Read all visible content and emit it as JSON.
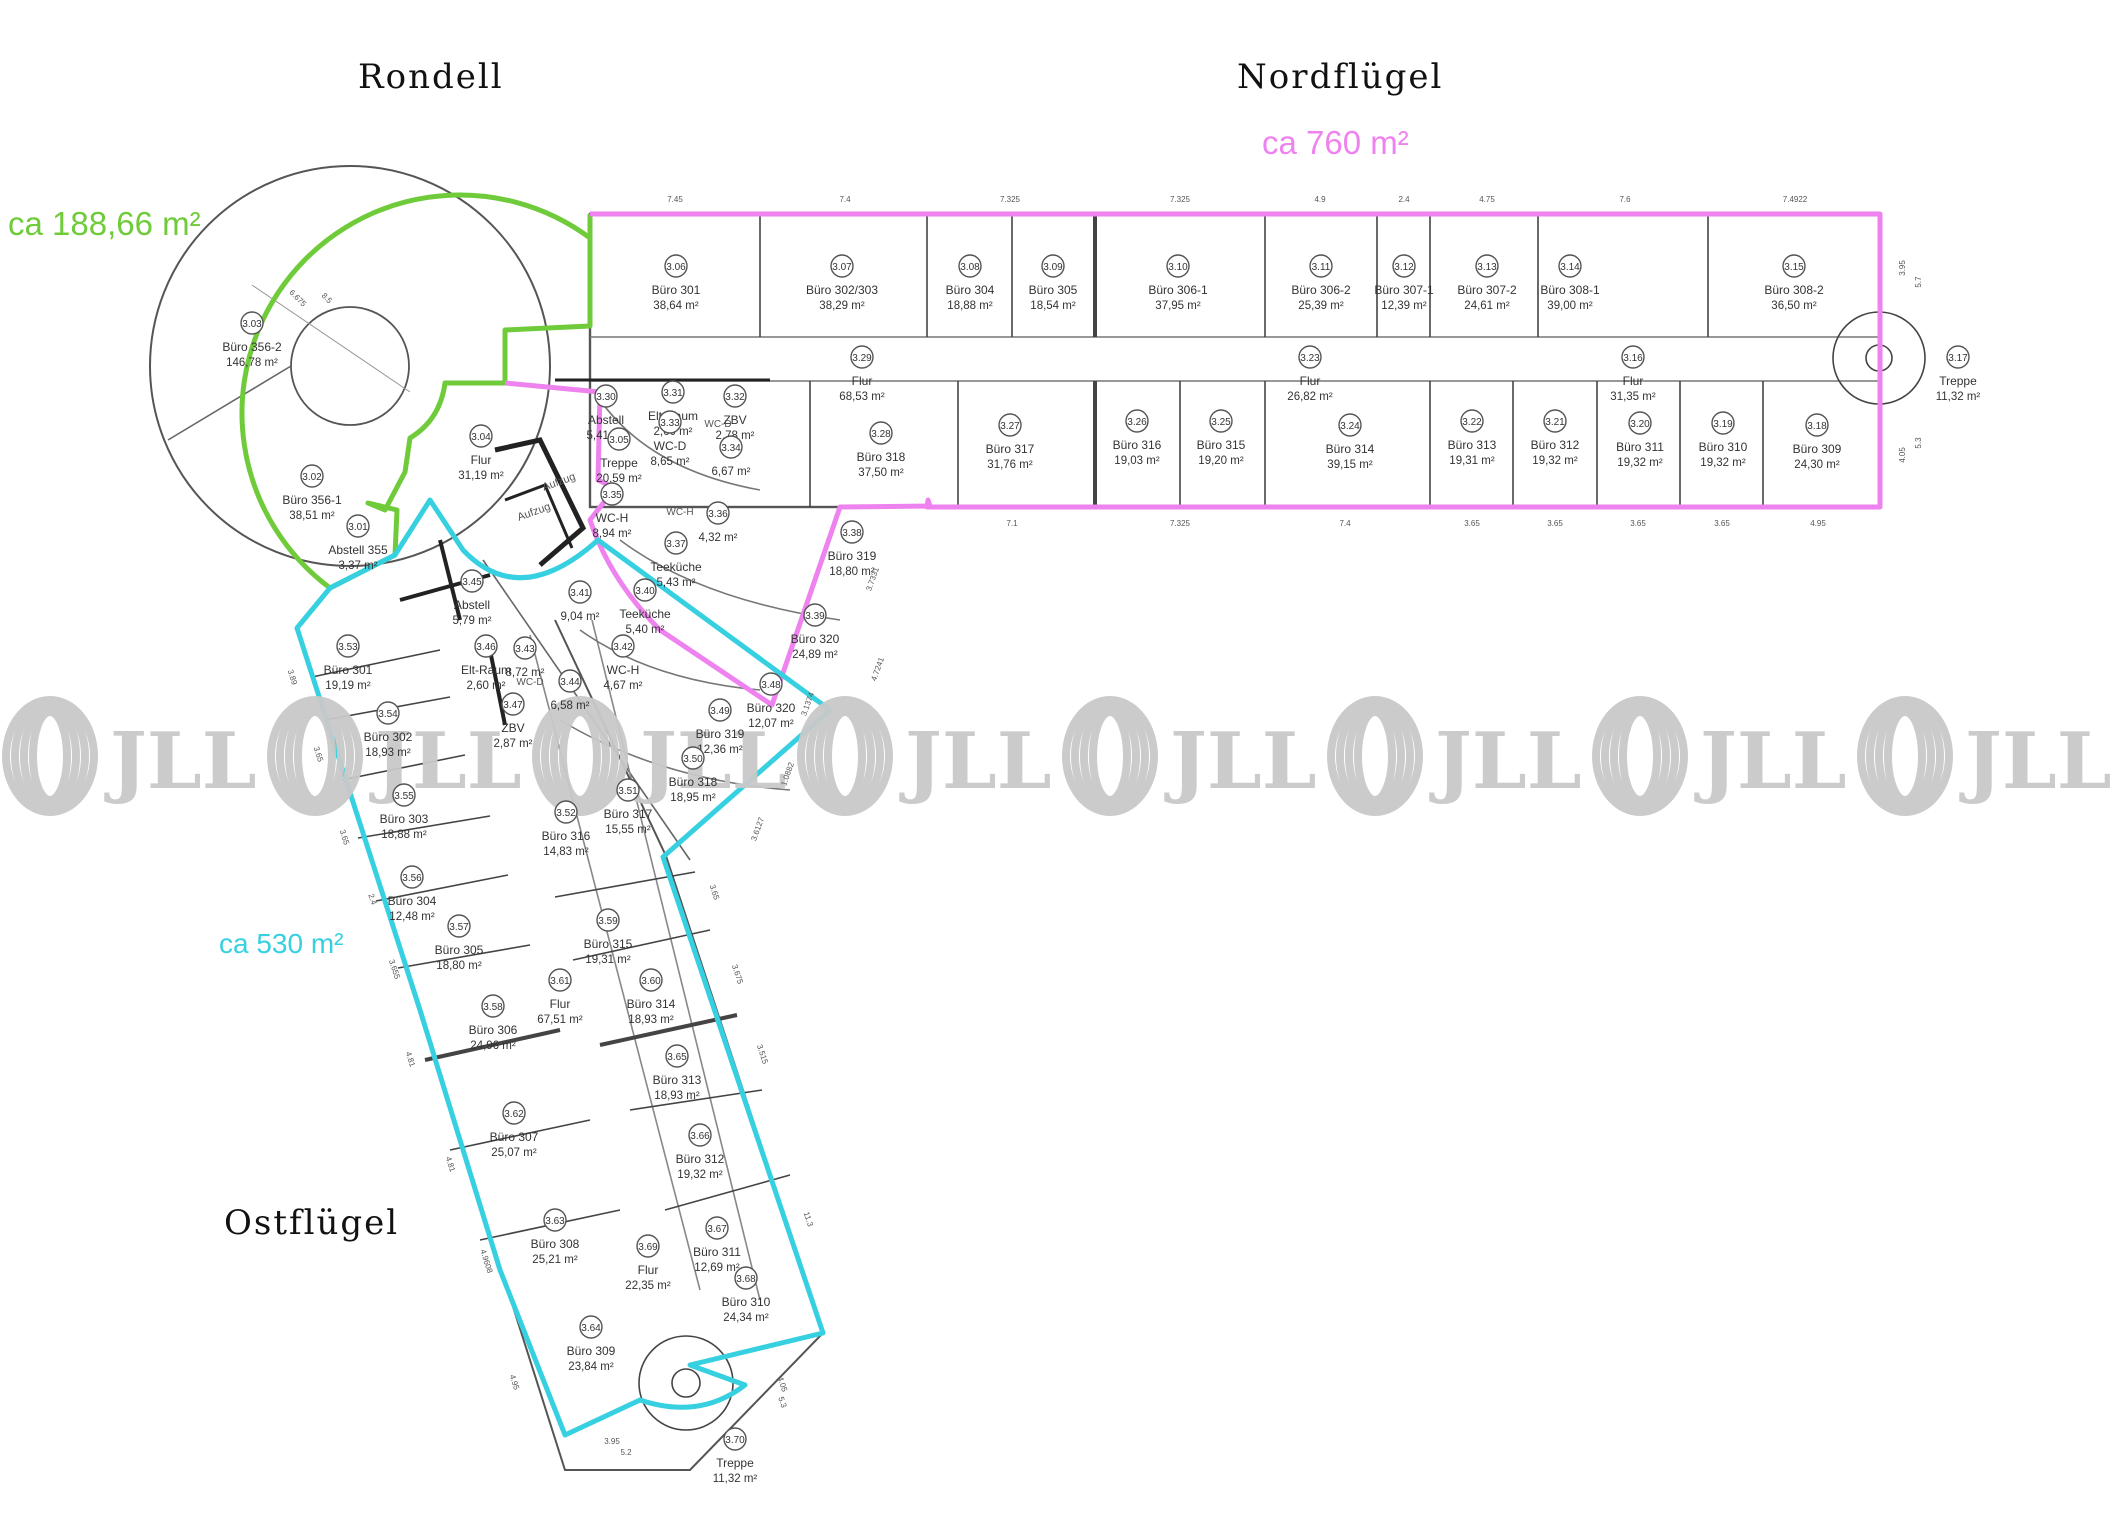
{
  "wings": {
    "rondell": "Rondell",
    "nordfluegel": "Nordflügel",
    "ostfluegel": "Ostflügel"
  },
  "areas": {
    "green": {
      "label": "ca 188,66 m²",
      "color": "#6fcb3a"
    },
    "pink": {
      "label": "ca 760 m²",
      "color": "#ee82ee"
    },
    "cyan": {
      "label": "ca 530 m²",
      "color": "#36d0e0"
    }
  },
  "watermark": "JLL",
  "rooms": [
    {
      "id": "3.06",
      "name": "Büro 301",
      "area": "38,64 m²"
    },
    {
      "id": "3.07",
      "name": "Büro 302/303",
      "area": "38,29 m²"
    },
    {
      "id": "3.08",
      "name": "Büro 304",
      "area": "18,88 m²"
    },
    {
      "id": "3.09",
      "name": "Büro 305",
      "area": "18,54 m²"
    },
    {
      "id": "3.10",
      "name": "Büro 306-1",
      "area": "37,95 m²"
    },
    {
      "id": "3.11",
      "name": "Büro 306-2",
      "area": "25,39 m²"
    },
    {
      "id": "3.12",
      "name": "Büro 307-1",
      "area": "12,39 m²"
    },
    {
      "id": "3.13",
      "name": "Büro 307-2",
      "area": "24,61 m²"
    },
    {
      "id": "3.14",
      "name": "Büro 308-1",
      "area": "39,00 m²"
    },
    {
      "id": "3.15",
      "name": "Büro 308-2",
      "area": "36,50 m²"
    },
    {
      "id": "3.17",
      "name": "Treppe",
      "area": "11,32 m²"
    },
    {
      "id": "3.29",
      "name": "Flur",
      "area": "68,53 m²"
    },
    {
      "id": "3.23",
      "name": "Flur",
      "area": "26,82 m²"
    },
    {
      "id": "3.16",
      "name": "Flur",
      "area": "31,35 m²"
    },
    {
      "id": "3.28",
      "name": "Büro 318",
      "area": "37,50 m²"
    },
    {
      "id": "3.27",
      "name": "Büro 317",
      "area": "31,76 m²"
    },
    {
      "id": "3.26",
      "name": "Büro 316",
      "area": "19,03 m²"
    },
    {
      "id": "3.25",
      "name": "Büro 315",
      "area": "19,20 m²"
    },
    {
      "id": "3.24",
      "name": "Büro 314",
      "area": "39,15 m²"
    },
    {
      "id": "3.22",
      "name": "Büro 313",
      "area": "19,31 m²"
    },
    {
      "id": "3.21",
      "name": "Büro 312",
      "area": "19,32 m²"
    },
    {
      "id": "3.20",
      "name": "Büro 311",
      "area": "19,32 m²"
    },
    {
      "id": "3.19",
      "name": "Büro 310",
      "area": "19,32 m²"
    },
    {
      "id": "3.18",
      "name": "Büro 309",
      "area": "24,30 m²"
    },
    {
      "id": "3.03",
      "name": "Büro 356-2",
      "area": "146,78 m²"
    },
    {
      "id": "3.02",
      "name": "Büro 356-1",
      "area": "38,51 m²"
    },
    {
      "id": "3.01",
      "name": "Abstell 355",
      "area": "3,37 m²"
    },
    {
      "id": "3.04",
      "name": "Flur",
      "area": "31,19 m²"
    },
    {
      "id": "3.30",
      "name": "Abstell",
      "area": "5,41 m²"
    },
    {
      "id": "3.31",
      "name": "Elt-Raum",
      "area": "2,60 m²"
    },
    {
      "id": "3.32",
      "name": "ZBV",
      "area": "2,78 m²"
    },
    {
      "id": "3.05",
      "name": "Treppe",
      "area": "20,59 m²"
    },
    {
      "id": "3.33",
      "name": "WC-D",
      "area": "8,65 m²"
    },
    {
      "id": "3.34",
      "name": "",
      "area": "6,67 m²"
    },
    {
      "id": "3.35",
      "name": "WC-H",
      "area": "8,94 m²"
    },
    {
      "id": "3.36",
      "name": "",
      "area": "4,32 m²"
    },
    {
      "id": "3.37",
      "name": "Teeküche",
      "area": "5,43 m²"
    },
    {
      "id": "3.38",
      "name": "Büro 319",
      "area": "18,80 m²"
    },
    {
      "id": "3.39",
      "name": "Büro 320",
      "area": "24,89 m²"
    },
    {
      "id": "3.45",
      "name": "Abstell",
      "area": "5,79 m²"
    },
    {
      "id": "3.41",
      "name": "",
      "area": "9,04 m²"
    },
    {
      "id": "3.40",
      "name": "Teeküche",
      "area": "5,40 m²"
    },
    {
      "id": "3.42",
      "name": "WC-H",
      "area": "4,67 m²"
    },
    {
      "id": "3.43",
      "name": "",
      "area": "8,72 m²"
    },
    {
      "id": "3.44",
      "name": "",
      "area": "6,58 m²"
    },
    {
      "id": "3.46",
      "name": "Elt-Raum",
      "area": "2,60 m²"
    },
    {
      "id": "3.47",
      "name": "ZBV",
      "area": "2,87 m²"
    },
    {
      "id": "3.48",
      "name": "Büro 320",
      "area": "12,07 m²"
    },
    {
      "id": "3.49",
      "name": "Büro 319",
      "area": "12,36 m²"
    },
    {
      "id": "3.50",
      "name": "Büro 318",
      "area": "18,95 m²"
    },
    {
      "id": "3.51",
      "name": "Büro 317",
      "area": "15,55 m²"
    },
    {
      "id": "3.52",
      "name": "Büro 316",
      "area": "14,83 m²"
    },
    {
      "id": "3.53",
      "name": "Büro 301",
      "area": "19,19 m²"
    },
    {
      "id": "3.54",
      "name": "Büro 302",
      "area": "18,93 m²"
    },
    {
      "id": "3.55",
      "name": "Büro 303",
      "area": "18,88 m²"
    },
    {
      "id": "3.56",
      "name": "Büro 304",
      "area": "12,48 m²"
    },
    {
      "id": "3.57",
      "name": "Büro 305",
      "area": "18,80 m²"
    },
    {
      "id": "3.58",
      "name": "Büro 306",
      "area": "24,96 m²"
    },
    {
      "id": "3.59",
      "name": "Büro 315",
      "area": "19,31 m²"
    },
    {
      "id": "3.60",
      "name": "Büro 314",
      "area": "18,93 m²"
    },
    {
      "id": "3.61",
      "name": "Flur",
      "area": "67,51 m²"
    },
    {
      "id": "3.65",
      "name": "Büro 313",
      "area": "18,93 m²"
    },
    {
      "id": "3.62",
      "name": "Büro 307",
      "area": "25,07 m²"
    },
    {
      "id": "3.66",
      "name": "Büro 312",
      "area": "19,32 m²"
    },
    {
      "id": "3.63",
      "name": "Büro 308",
      "area": "25,21 m²"
    },
    {
      "id": "3.67",
      "name": "Büro 311",
      "area": "12,69 m²"
    },
    {
      "id": "3.69",
      "name": "Flur",
      "area": "22,35 m²"
    },
    {
      "id": "3.68",
      "name": "Büro 310",
      "area": "24,34 m²"
    },
    {
      "id": "3.64",
      "name": "Büro 309",
      "area": "23,84 m²"
    },
    {
      "id": "3.70",
      "name": "Treppe",
      "area": "11,32 m²"
    }
  ],
  "small_labels": {
    "aufzug": "Aufzug",
    "wc_d": "WC-D",
    "wc_d2": "WC-D",
    "wc_h": "WC-H",
    "dims_top": [
      "7.45",
      "7.4",
      "7.325",
      "7.325",
      "4.9",
      "2.4",
      "4.75",
      "7.6",
      "7.4922"
    ],
    "dims_bottom": [
      "7.1",
      "7.325",
      "7.4",
      "3.65",
      "3.65",
      "3.65",
      "3.65",
      "4.95"
    ],
    "dims_right": [
      "3.95",
      "5.7",
      "5.3",
      "4.05"
    ],
    "dims_rondell": [
      "6.675",
      "8.5"
    ],
    "dims_ost_left": [
      "3.89",
      "3.65",
      "3.65",
      "2.4",
      "3.655",
      "4.81",
      "4.81",
      "4.9608",
      "4.95"
    ],
    "dims_ost_right": [
      "3.65",
      "3.675",
      "3.515",
      "11.3",
      "4.05",
      "5.3"
    ],
    "dims_ost_bottom": [
      "3.95",
      "5.2"
    ],
    "dims_diag": [
      "3.7331",
      "4.7241",
      "3.1374",
      "1.0882",
      "3.6127"
    ]
  }
}
